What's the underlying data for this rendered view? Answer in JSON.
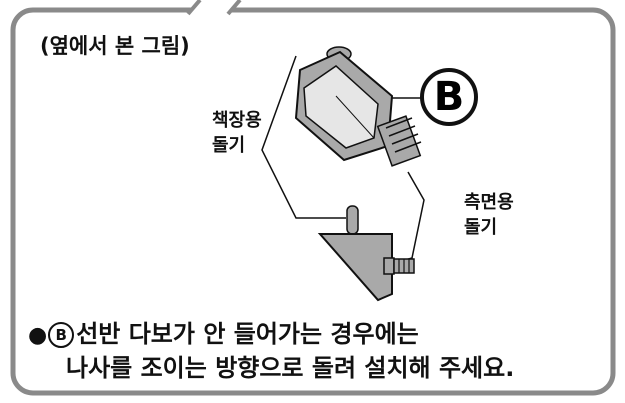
{
  "title": "(옆에서 본 그림)",
  "marker": "B",
  "labels": {
    "shelf_pin_line1": "책장용",
    "shelf_pin_line2": "돌기",
    "side_pin_line1": "측면용",
    "side_pin_line2": "돌기"
  },
  "instructions": {
    "bullet": "●",
    "line1_marker": "B",
    "line1_text": "선반 다보가 안 들어가는 경우에는",
    "line2_text": "나사를 조이는 방향으로 돌려 설치해 주세요."
  },
  "colors": {
    "frame": "#8a8a8a",
    "part_fill_light": "#e6e6e6",
    "part_fill_dark": "#a9a9a9",
    "text": "#111111"
  }
}
